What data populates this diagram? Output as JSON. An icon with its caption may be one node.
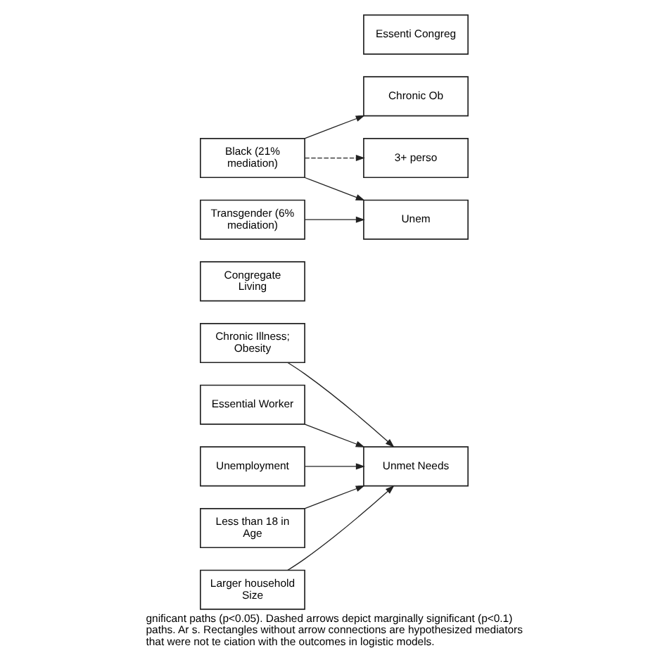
{
  "diagram": {
    "caption": "gnificant paths (p<0.05). Dashed arrows depict marginally significant (p<0.1) paths. Ar s. Rectangles without arrow connections are hypothesized mediators that were not te ciation with the outcomes in logistic models.",
    "nodes": [
      {
        "text": [
          "Chronic Illness; Obesity"
        ]
      },
      {
        "text": [
          "Essential Worker"
        ]
      },
      {
        "text": [
          "Unemployment"
        ]
      },
      {
        "text": [
          "Less than 18 in Age"
        ]
      },
      {
        "text": [
          "Larger household Size"
        ]
      },
      {
        "text": [
          "Congregate Living"
        ]
      },
      {
        "text": [
          "Unmet Needs"
        ]
      },
      {
        "text": [
          "Black (21% mediation)"
        ]
      },
      {
        "text": [
          "Transgender (6% mediation)"
        ]
      },
      {
        "text": [
          "Chronic Ob"
        ]
      },
      {
        "text": [
          "Unem"
        ]
      },
      {
        "text": [
          "3+ perso"
        ]
      },
      {
        "text": [
          "Essenti Congreg"
        ]
      }
    ],
    "edges": [
      {
        "from": 0,
        "to": 6,
        "arrow": "to"
      },
      {
        "from": 1,
        "to": 6,
        "arrow": "to"
      },
      {
        "from": 2,
        "to": 6,
        "arrow": "to"
      },
      {
        "from": 3,
        "to": 6,
        "arrow": "to"
      },
      {
        "from": 4,
        "to": 6,
        "arrow": "to"
      },
      {
        "from": 7,
        "to": 9,
        "arrow": "to"
      },
      {
        "from": 7,
        "to": 10,
        "arrow": "to"
      },
      {
        "from": 7,
        "to": 11,
        "arrow": "to",
        "style": "dashed"
      },
      {
        "from": 8,
        "to": 10,
        "arrow": "to"
      }
    ]
  }
}
